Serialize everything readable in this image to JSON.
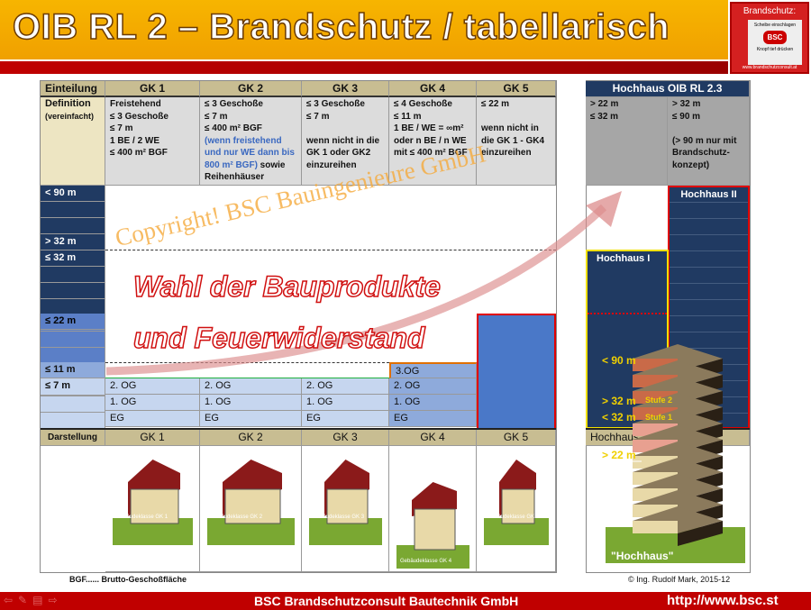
{
  "title": "OIB RL 2 – Brandschutz / tabellarisch",
  "logo": {
    "heading": "Brandschutz:",
    "line1": "Scheibe einschlagen",
    "brand": "BSC",
    "line2": "Knopf tief drücken",
    "url": "www.brandschutzconsult.at"
  },
  "table": {
    "header": [
      "Einteilung",
      "GK 1",
      "GK 2",
      "GK 3",
      "GK 4",
      "GK 5"
    ],
    "def_label": "Definition",
    "def_sub": "(vereinfacht)",
    "gk1": [
      "Freistehend",
      "≤ 3 Geschoße",
      "≤ 7 m",
      "1 BE / 2 WE",
      "≤ 400 m² BGF"
    ],
    "gk2": [
      "≤ 3 Geschoße",
      "≤ 7 m",
      "≤ 400 m² BGF"
    ],
    "gk2_blue": [
      "(wenn freistehend",
      "und nur WE dann bis",
      "800 m² BGF)"
    ],
    "gk2_tail": [
      " sowie",
      "Reihenhäuser"
    ],
    "gk3": [
      "≤ 3 Geschoße",
      "≤ 7 m",
      "",
      "wenn nicht in die",
      "GK 1 oder GK2",
      "einzureihen"
    ],
    "gk4": [
      "≤ 4 Geschoße",
      "≤ 11 m",
      "1 BE / WE = ∞m²",
      "oder n BE / n WE",
      "mit ≤ 400 m² BGF"
    ],
    "gk5": [
      "≤ 22 m",
      "",
      "wenn nicht in",
      "die GK 1 - GK4",
      "einzureihen"
    ],
    "levels": {
      "l90": "< 90 m",
      "g32": "> 32 m",
      "le32": "≤ 32 m",
      "le22": "≤ 22 m",
      "le11": "≤ 11 m",
      "le7": "≤ 7 m"
    },
    "floors": {
      "og3": "3.OG",
      "og2": "2. OG",
      "og1": "1. OG",
      "eg": "EG"
    },
    "darstellung": "Darstellung",
    "gk_footer": [
      "GK 1",
      "GK 2",
      "GK 3",
      "GK 4",
      "GK 5"
    ],
    "img_labels": [
      "Gebäudeklasse GK 1",
      "Gebäudeklasse GK 2",
      "Gebäudeklasse GK 3",
      "Gebäudeklasse GK 4",
      "Gebäudeklasse GK 5"
    ]
  },
  "hochhaus": {
    "header": "Hochhaus OIB RL 2.3",
    "c1": [
      "> 22 m",
      "≤ 32 m"
    ],
    "c2": [
      "> 32 m",
      "≤ 90 m",
      "",
      "(> 90 m nur mit",
      "Brandschutz-",
      "konzept)"
    ],
    "h1": "Hochhaus I",
    "h2": "Hochhaus II",
    "footer": "Hochhaus",
    "m90": "< 90 m",
    "m32a": "> 32 m",
    "m32b": "< 32 m",
    "m22": "> 22 m",
    "stufe2": "Stufe 2",
    "stufe1": "Stufe 1",
    "label": "\"Hochhaus\""
  },
  "overlay": {
    "watermark": "Copyright! BSC Bauingenieure GmbH",
    "line1": "Wahl der Bauprodukte",
    "line2": "und Feuerwiderstand"
  },
  "notes": {
    "bgf": "BGF...... Brutto-Geschoßfläche",
    "copyright": "© Ing. Rudolf Mark, 2015-12"
  },
  "footer": {
    "company": "BSC Brandschutzconsult Bautechnik GmbH",
    "url": "http://www.bsc.st"
  },
  "colors": {
    "navy": "#203a62",
    "red": "#c00000",
    "orange": "#f0a000",
    "tan": "#c8bd92"
  }
}
